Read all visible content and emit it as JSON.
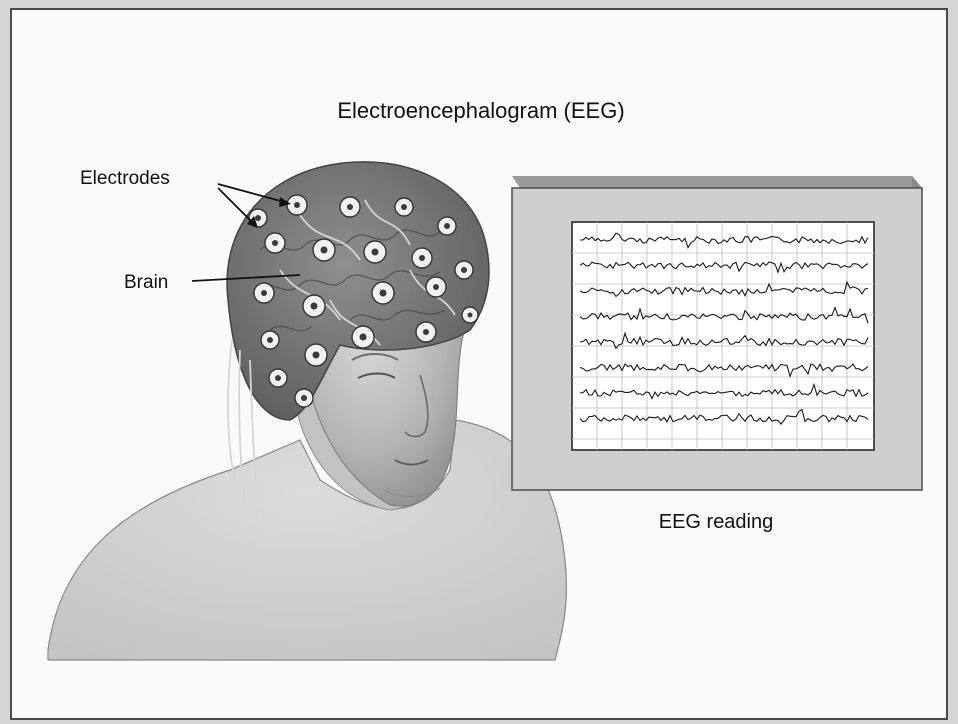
{
  "figure": {
    "title": "Electroencephalogram (EEG)",
    "labels": {
      "electrodes": "Electrodes",
      "brain": "Brain",
      "reading": "EEG reading"
    },
    "colors": {
      "page": "#ffffff",
      "frame": "#4a4a4a",
      "monitor_bezel": "#cfcfcf",
      "screen": "#ffffff",
      "grid": "#bdbdbd",
      "trace": "#1a1a1a",
      "skin": "#bdbdbd",
      "electrode": "#f2f2f2"
    },
    "icons": [
      "head-illustration-icon",
      "electrode-icon",
      "monitor-icon"
    ]
  }
}
